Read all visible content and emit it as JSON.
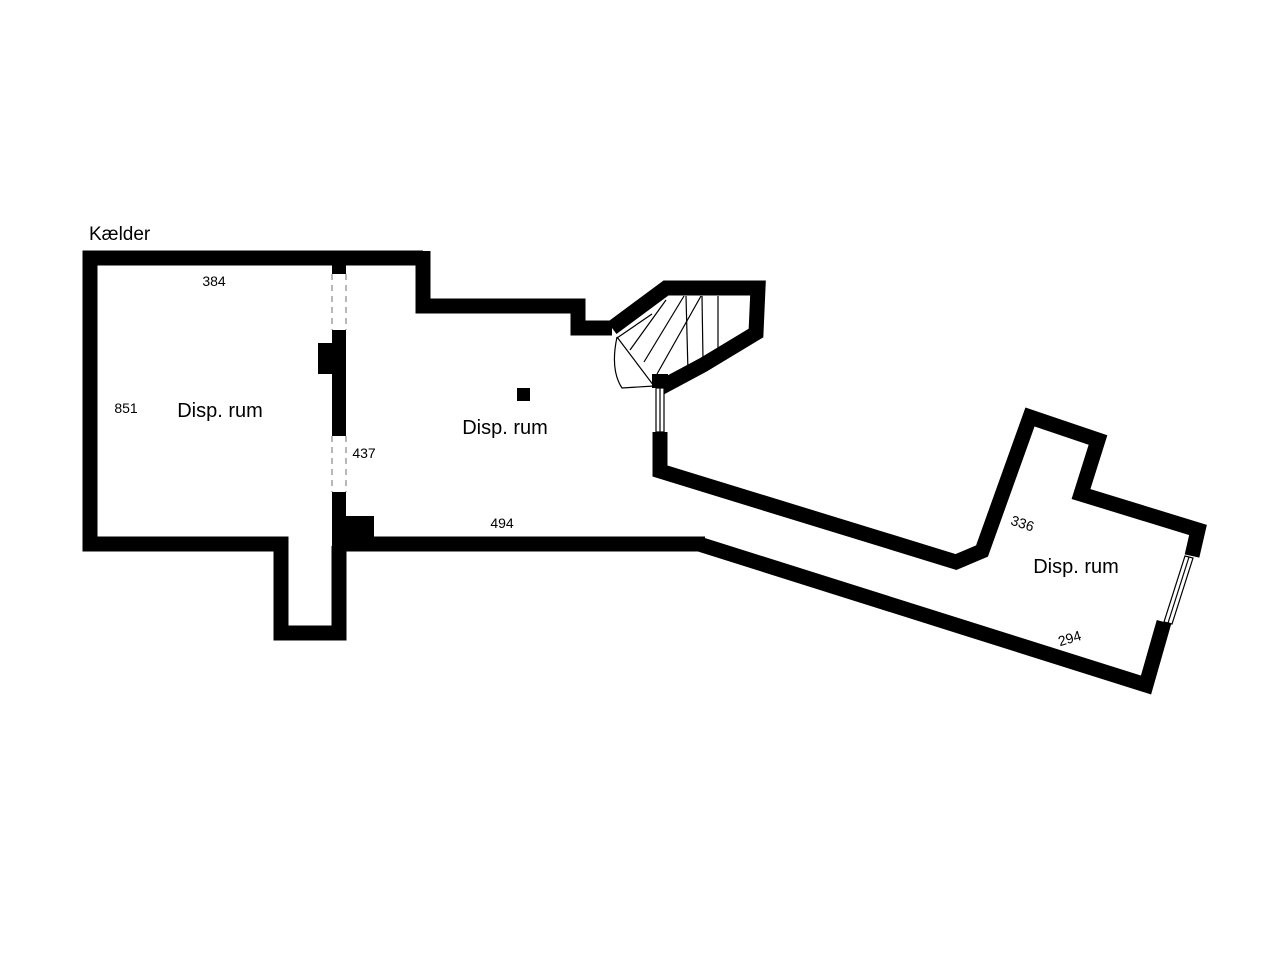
{
  "floor": {
    "name": "Kælder"
  },
  "rooms": [
    {
      "label": "Disp. rum"
    },
    {
      "label": "Disp. rum"
    },
    {
      "label": "Disp. rum"
    }
  ],
  "dimensions": {
    "room1_width": "384",
    "room1_depth": "851",
    "room2_depth": "437",
    "room2_width": "494",
    "room3_depth": "336",
    "room3_width": "294"
  },
  "colors": {
    "wall": "#000000",
    "background": "#ffffff"
  }
}
